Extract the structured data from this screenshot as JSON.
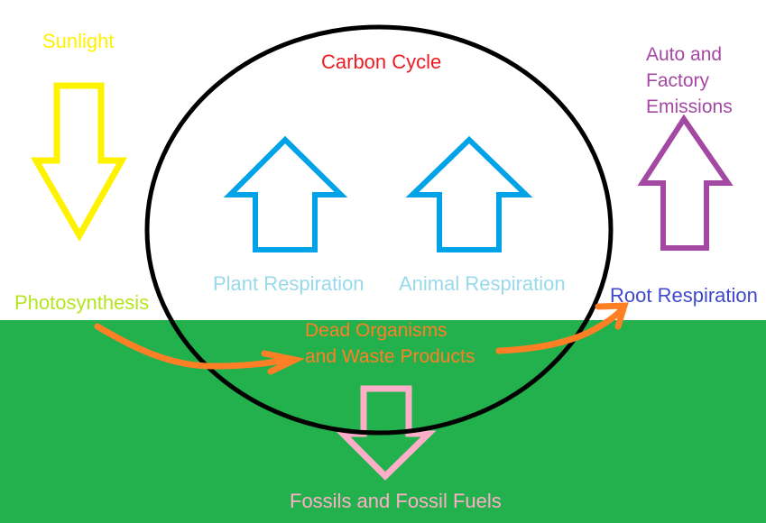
{
  "diagram": {
    "title": {
      "text": "Carbon Cycle",
      "color": "#ED1C24"
    },
    "labels": {
      "sunlight": {
        "text": "Sunlight",
        "color": "#FFF200"
      },
      "photosynthesis": {
        "text": "Photosynthesis",
        "color": "#B5E61D"
      },
      "plant_respiration": {
        "text": "Plant Respiration",
        "color": "#99D9EA"
      },
      "animal_respiration": {
        "text": "Animal Respiration",
        "color": "#99D9EA"
      },
      "auto_factory_emissions": {
        "lines": [
          "Auto and",
          "Factory",
          "Emissions"
        ],
        "color": "#A349A4"
      },
      "root_respiration": {
        "text": "Root Respiration",
        "color": "#3F48CC"
      },
      "dead_organisms": {
        "lines": [
          "Dead Organisms",
          "and Waste Products"
        ],
        "color": "#FF7F27"
      },
      "fossils": {
        "text": "Fossils and Fossil Fuels",
        "color": "#FFAEC9"
      }
    },
    "colors": {
      "background": "#FFFFFF",
      "ground": "#22B14C",
      "cycle_circle": "#000000",
      "sunlight_arrow": "#FFF200",
      "respiration_arrows": "#00A2E8",
      "emissions_arrow": "#A349A4",
      "decay_arrows": "#FF7F27",
      "fossil_arrow": "#FFAEC9"
    }
  }
}
